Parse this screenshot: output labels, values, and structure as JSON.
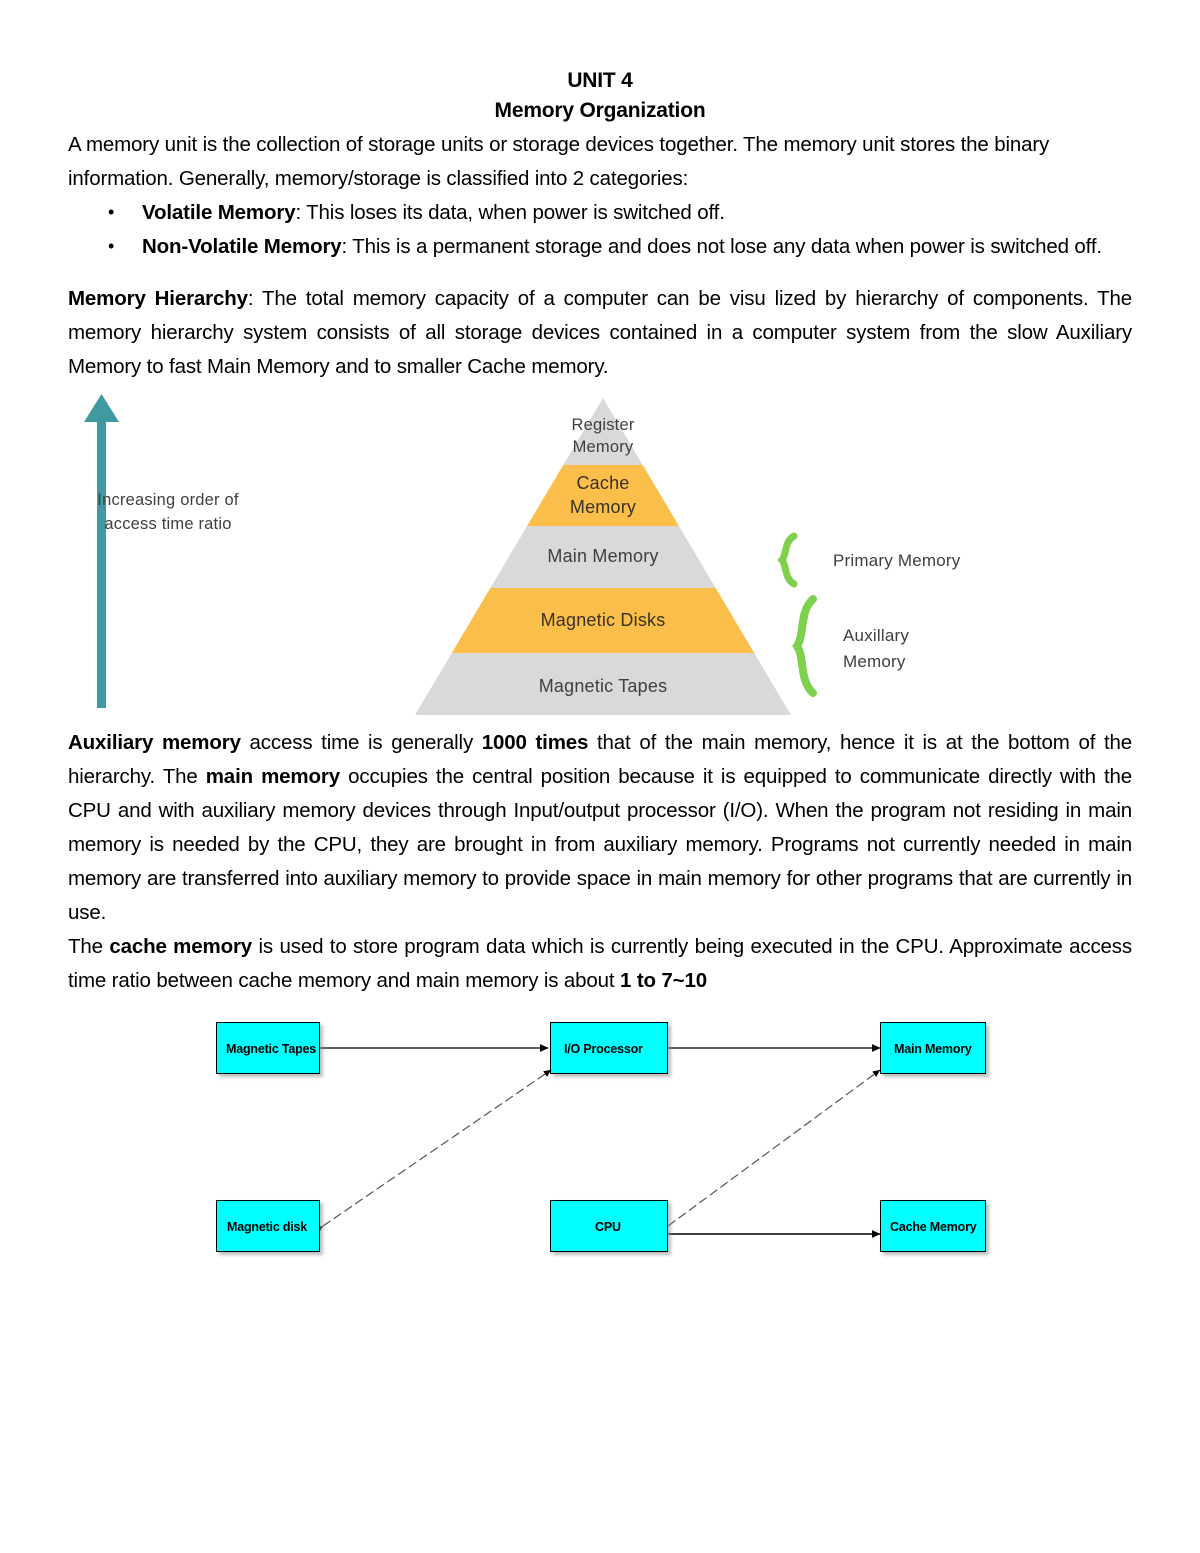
{
  "document": {
    "title": "UNIT 4",
    "subtitle": "Memory Organization",
    "intro_paragraph": "A memory unit is the collection of storage units or storage devices together. The memory unit stores the binary information. Generally, memory/storage is classified into 2 categories:",
    "bullets": [
      {
        "term": "Volatile Memory",
        "text": ": This loses its data, when power is switched off."
      },
      {
        "term": "Non-Volatile Memory",
        "text": ": This is a permanent storage and does not lose any data when power is switched off."
      }
    ],
    "hierarchy_heading": "Memory Hierarchy",
    "hierarchy_paragraph": ": The total memory capacity of a computer can be visu lized by hierarchy of components. The memory hierarchy system consists of all storage devices contained in a computer system from the slow Auxiliary Memory to fast Main Memory and to smaller Cache memory.",
    "auxiliary_paragraph": {
      "bold1": "Auxiliary memory",
      "part1": " access time is generally ",
      "bold2": "1000 times",
      "part2": " that of the main memory, hence it is at the bottom of the hierarchy. The ",
      "bold3": "main memory",
      "part3": " occupies the central position because it is equipped to communicate directly with the CPU and with auxiliary memory devices through Input/output processor (I/O). When the program not residing in main memory is  needed by the CPU, they are brought in from auxiliary memory. Programs not currently needed in main memory are transferred into auxiliary memory to provide space in main memory for other programs that are currently in use."
    },
    "cache_paragraph": {
      "part1": "The ",
      "bold1": "cache memory",
      "part2": " is used to store program data which is currently being  executed in the CPU. Approximate access time ratio between cache memory and main memory is about ",
      "bold2": "1 to 7~10"
    }
  },
  "pyramid": {
    "axis_caption_line1": "Increasing order of",
    "axis_caption_line2": "access time ratio",
    "levels": [
      {
        "name": "Register Memory",
        "line1": "Register",
        "line2": "Memory",
        "color": "#D9D9D9"
      },
      {
        "name": "Cache Memory",
        "line1": "Cache",
        "line2": "Memory",
        "color": "#FBBE4B"
      },
      {
        "name": "Main Memory",
        "line1": "Main Memory",
        "line2": "",
        "color": "#D9D9D9"
      },
      {
        "name": "Magnetic Disks",
        "line1": "Magnetic Disks",
        "line2": "",
        "color": "#FBBE4B"
      },
      {
        "name": "Magnetic Tapes",
        "line1": "Magnetic Tapes",
        "line2": "",
        "color": "#D9D9D9"
      }
    ],
    "side_labels": [
      {
        "line1": "Primary Memory",
        "line2": ""
      },
      {
        "line1": "Auxillary",
        "line2": "Memory"
      }
    ],
    "colors": {
      "arrow": "#3E9A9E",
      "brace": "#7DD14C",
      "gray_band": "#D9D9D9",
      "orange_band": "#FBBE4B"
    }
  },
  "block_diagram": {
    "box_color": "#00FFFF",
    "boxes": [
      {
        "id": "magnetic-tapes",
        "label": "Magnetic Tapes"
      },
      {
        "id": "io-processor",
        "label": "I/O Processor"
      },
      {
        "id": "main-memory",
        "label": "Main Memory"
      },
      {
        "id": "magnetic-disk",
        "label": "Magnetic disk"
      },
      {
        "id": "cpu",
        "label": "CPU"
      },
      {
        "id": "cache-memory",
        "label": "Cache Memory"
      }
    ],
    "connections": [
      {
        "from": "magnetic-tapes",
        "to": "io-processor",
        "style": "bidirectional"
      },
      {
        "from": "io-processor",
        "to": "main-memory",
        "style": "bidirectional"
      },
      {
        "from": "magnetic-disk",
        "to": "io-processor",
        "style": "bidirectional-dashed"
      },
      {
        "from": "cpu",
        "to": "main-memory",
        "style": "bidirectional-dashed"
      },
      {
        "from": "cpu",
        "to": "cache-memory",
        "style": "bidirectional"
      }
    ]
  }
}
